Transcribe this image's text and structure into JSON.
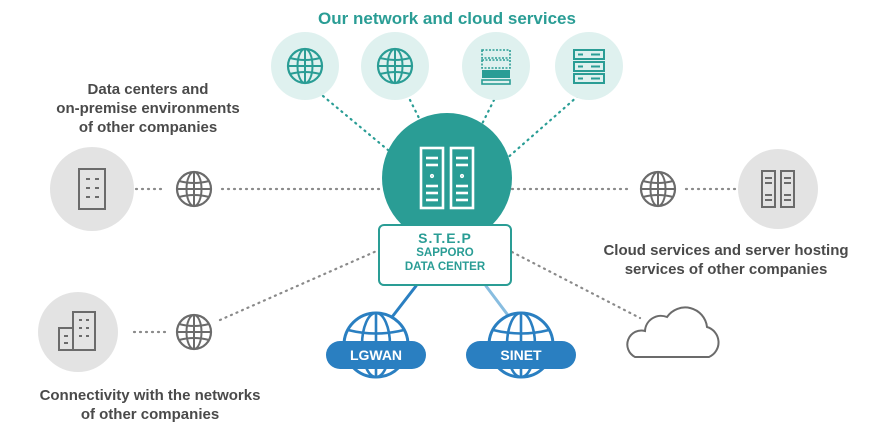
{
  "title": "Our network and cloud services",
  "labels": {
    "other_dc_line1": "Data centers and",
    "other_dc_line2": "on-premise environments",
    "other_dc_line3": "of other companies",
    "cloud_line1": "Cloud services and server hosting",
    "cloud_line2": "services of other companies",
    "connectivity_line1": "Connectivity with the networks",
    "connectivity_line2": "of other companies"
  },
  "center": {
    "line1": "S.T.E.P",
    "line2": "SAPPORO",
    "line3": "DATA CENTER"
  },
  "networks": {
    "lgwan": "LGWAN",
    "sinet": "SINET"
  },
  "colors": {
    "teal": "#2a9d95",
    "light_teal_bg": "#dff1ef",
    "gray_circle": "#e3e3e3",
    "blue": "#2a7fc1",
    "gray_icon": "#6b6b6b"
  },
  "icons": [
    "globe-icon",
    "server-rack-icon",
    "building-icon",
    "cloud-icon"
  ]
}
